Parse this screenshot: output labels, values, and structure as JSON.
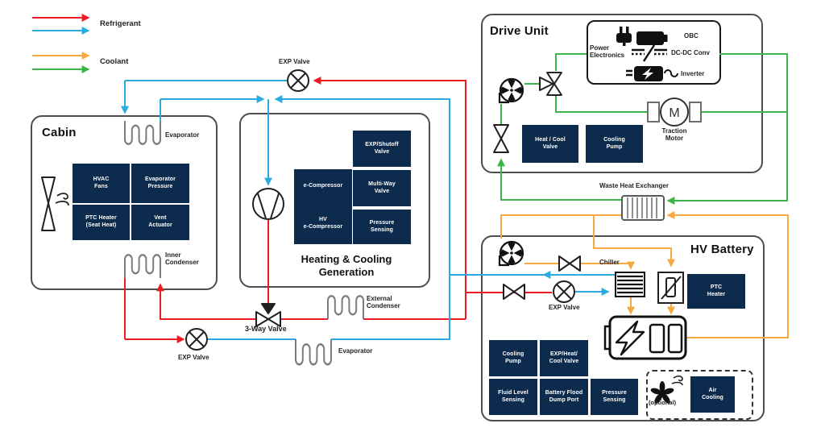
{
  "legend": {
    "refrigerant": "Refrigerant",
    "coolant": "Coolant"
  },
  "colors": {
    "refrigerant_hot": "#EC1C24",
    "refrigerant_cold": "#29ABE2",
    "coolant_warm": "#F7A941",
    "coolant_cool": "#3BB54A",
    "component_navy": "#0D2C4D",
    "outline_gray": "#4D4D4F"
  },
  "icons": {
    "fan": "cabin-fan-icon",
    "pump": "pump-icon",
    "compressor": "compressor-icon",
    "exp_valve": "circle-x-valve-icon",
    "shutoff_valve": "bowtie-valve-icon",
    "coil": "coil-heat-exchanger-icon",
    "battery": "battery-icon",
    "motor": "motor-icon"
  },
  "cabin": {
    "title": "Cabin",
    "boxes": [
      "HVAC\nFans",
      "Evaporator\nPressure",
      "PTC Heater\n(Seat Heat)",
      "Vent\nActuator"
    ],
    "evaporator_label": "Evaporator",
    "inner_condenser_label": "Inner\nCondenser"
  },
  "hcg": {
    "title": "Heating & Cooling\nGeneration",
    "compressor_box_top": "e-Compressor",
    "compressor_box_bottom": "HV\ne-Compressor",
    "boxes": [
      "EXP/Shutoff\nValve",
      "Multi-Way\nValve",
      "Pressure\nSensing"
    ]
  },
  "drive": {
    "title": "Drive Unit",
    "boxes": [
      "Heat / Cool\nValve",
      "Cooling\nPump"
    ],
    "pe_label": "Power\nElectronics",
    "pe_items": [
      "OBC",
      "DC-DC Conv",
      "Inverter"
    ],
    "motor_letter": "M",
    "motor_label": "Traction\nMotor"
  },
  "battery": {
    "title": "HV Battery",
    "chiller_label": "Chiller",
    "exp_valve_label": "EXP Valve",
    "ptc_box": "PTC\nHeater",
    "boxes": [
      "Cooling\nPump",
      "EXP/Heat/\nCool Valve",
      "Fluid Level\nSensing",
      "Battery Flood\nDump Port",
      "Pressure\nSensing"
    ],
    "optional_label": "(optional)",
    "air_box": "Air\nCooling"
  },
  "loop": {
    "exp_valve_top": "EXP Valve",
    "exp_valve_lower": "EXP Valve",
    "three_way": "3-Way Valve",
    "ext_condenser": "External\nCondenser",
    "evaporator": "Evaporator",
    "whx": "Waste Heat Exchanger"
  }
}
